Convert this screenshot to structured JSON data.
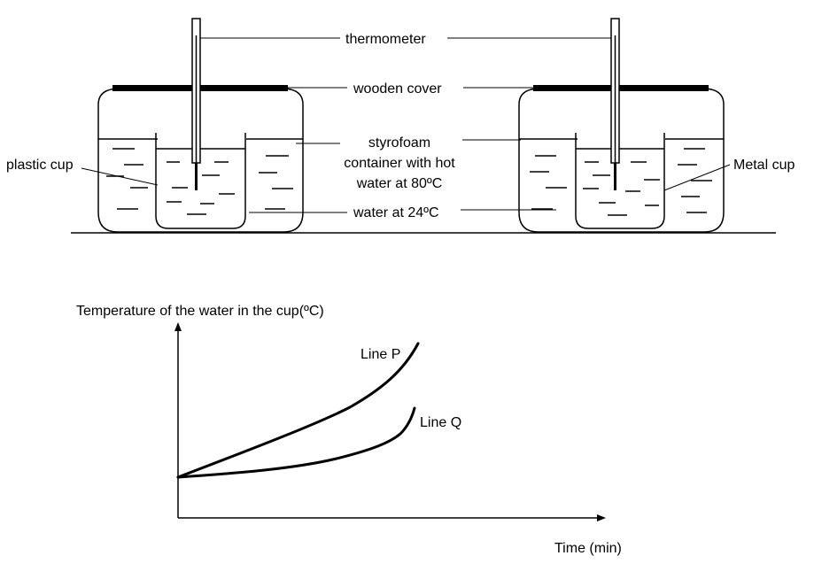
{
  "apparatus": {
    "labels": {
      "thermometer": "thermometer",
      "wooden_cover": "wooden cover",
      "styrofoam_line1": "styrofoam",
      "styrofoam_line2": "container with hot",
      "styrofoam_line3": "water at 80ºC",
      "water_cup": "water at 24ºC",
      "plastic_cup": "plastic cup",
      "metal_cup": "Metal cup"
    }
  },
  "graph": {
    "ylabel": "Temperature of the water in the cup(ºC)",
    "xlabel": "Time (min)",
    "line_p_label": "Line P",
    "line_q_label": "Line Q"
  },
  "colors": {
    "ink": "#000000",
    "background": "#ffffff"
  }
}
